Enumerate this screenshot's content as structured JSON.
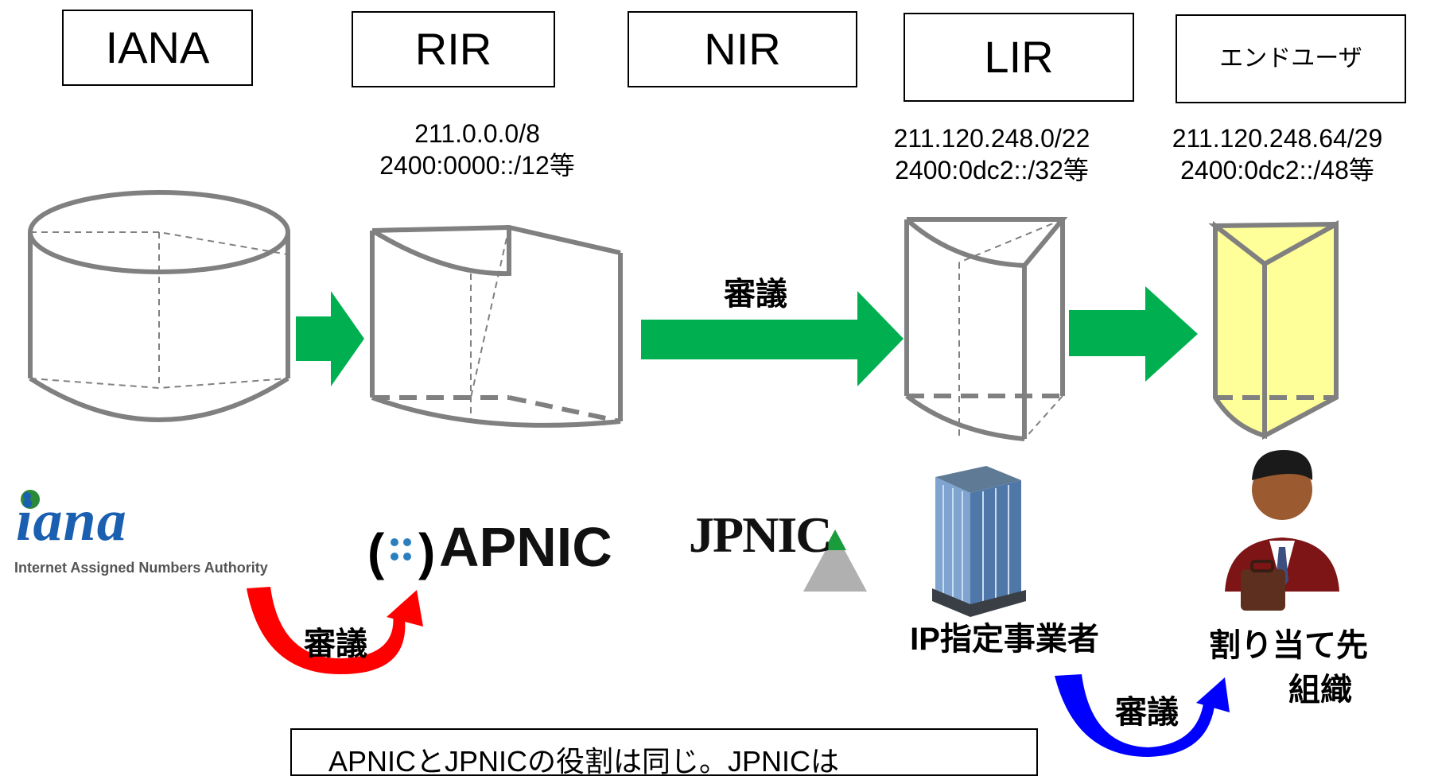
{
  "stages": {
    "iana": "IANA",
    "rir": "RIR",
    "nir": "NIR",
    "lir": "LIR",
    "enduser": "エンドユーザ"
  },
  "ranges": {
    "rir": [
      "211.0.0.0/8",
      "2400:0000::/12等"
    ],
    "lir": [
      "211.120.248.0/22",
      "2400:0dc2::/32等"
    ],
    "enduser": [
      "211.120.248.64/29",
      "2400:0dc2::/48等"
    ]
  },
  "arrow_label": "審議",
  "orgs": {
    "iana_logo_text": "iana",
    "iana_full": "Internet Assigned Numbers Authority",
    "apnic": "APNIC",
    "jpnic": "JPNIC",
    "lir_org": "IP指定事業者",
    "enduser_org": [
      "割り当て先",
      "組織"
    ]
  },
  "review_iana_apnic": "審議",
  "review_lir_enduser": "審議",
  "note": "APNICとJPNICの役割は同じ。JPNICは",
  "colors": {
    "green_arrow": "#00b050",
    "red_arrow": "#ff0000",
    "blue_arrow": "#0000ff",
    "shape_stroke": "#808080",
    "enduser_fill": "#ffff99"
  }
}
